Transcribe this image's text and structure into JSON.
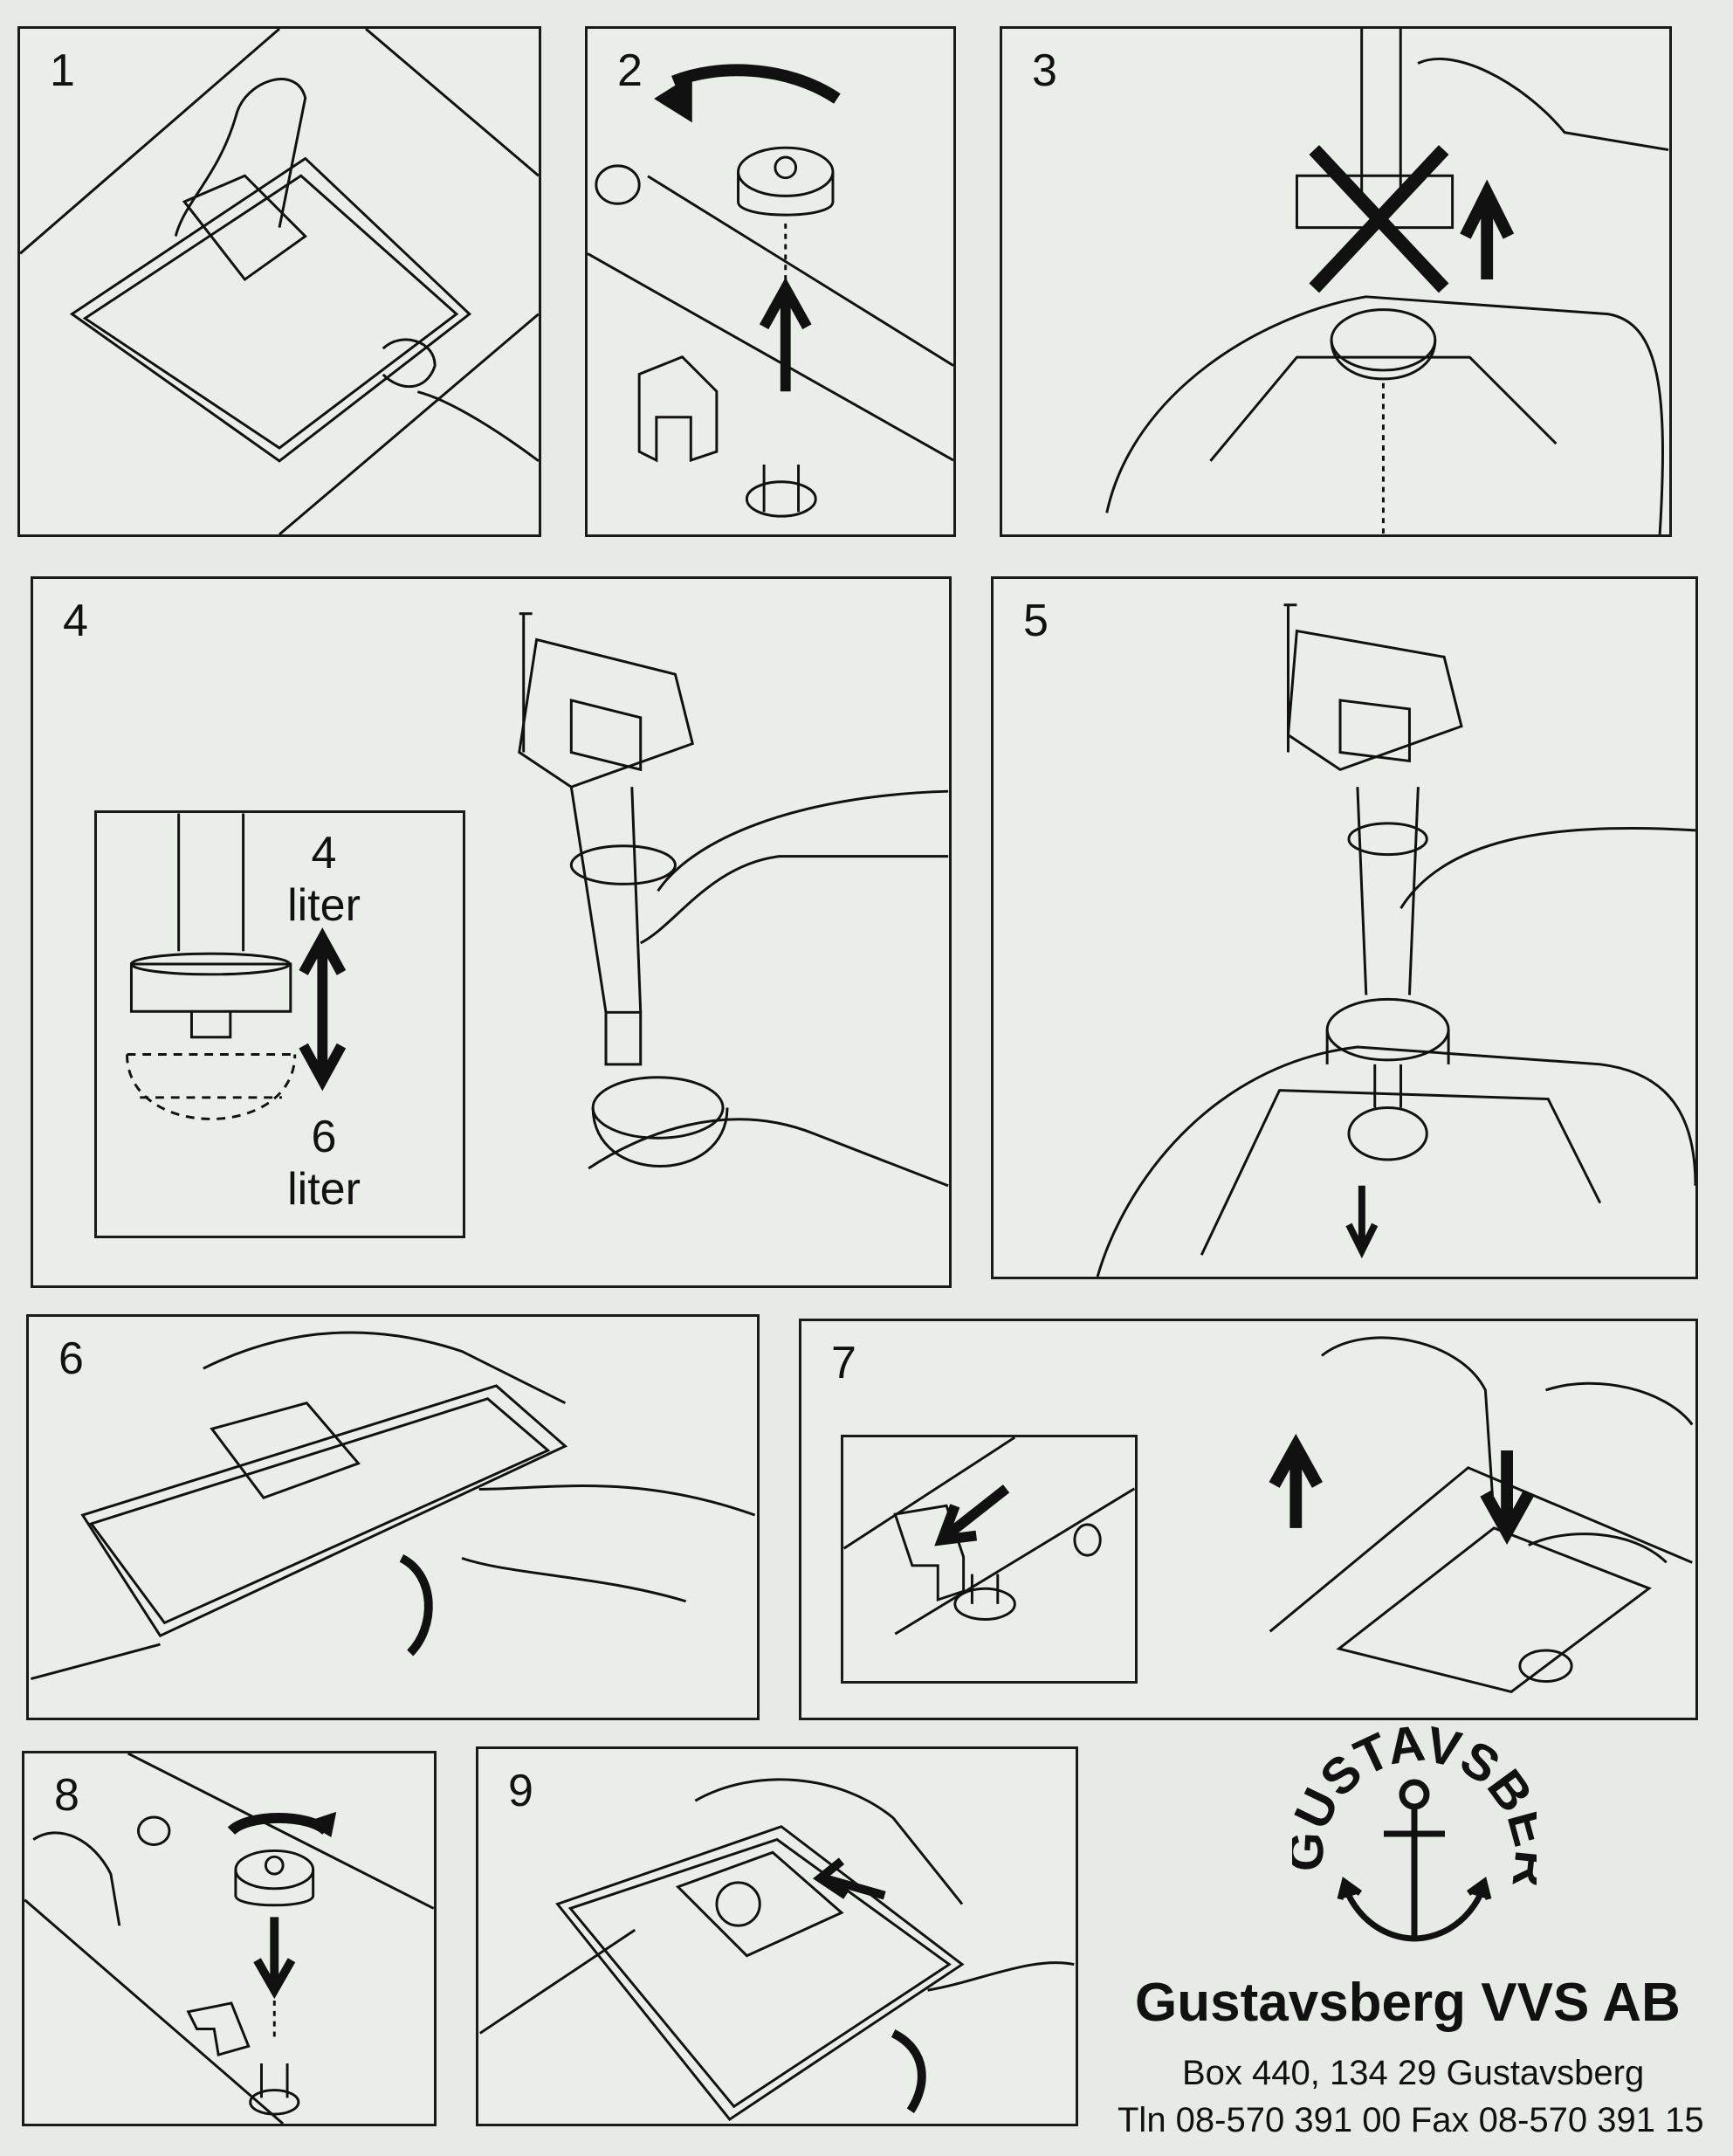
{
  "steps": [
    {
      "number": "1"
    },
    {
      "number": "2"
    },
    {
      "number": "3"
    },
    {
      "number": "4"
    },
    {
      "number": "5"
    },
    {
      "number": "6"
    },
    {
      "number": "7"
    },
    {
      "number": "8"
    },
    {
      "number": "9"
    }
  ],
  "volume_inset": {
    "top_value": "4",
    "top_unit": "liter",
    "bottom_value": "6",
    "bottom_unit": "liter"
  },
  "logo": {
    "wordmark": "GUSTAVSBERG",
    "icon": "anchor-icon"
  },
  "company": {
    "name": "Gustavsberg VVS AB",
    "address": "Box 440, 134 29 Gustavsberg",
    "contact": "Tln 08-570 391 00 Fax 08-570 391 15"
  },
  "colors": {
    "paper": "#e7ebe6",
    "ink": "#111111"
  }
}
